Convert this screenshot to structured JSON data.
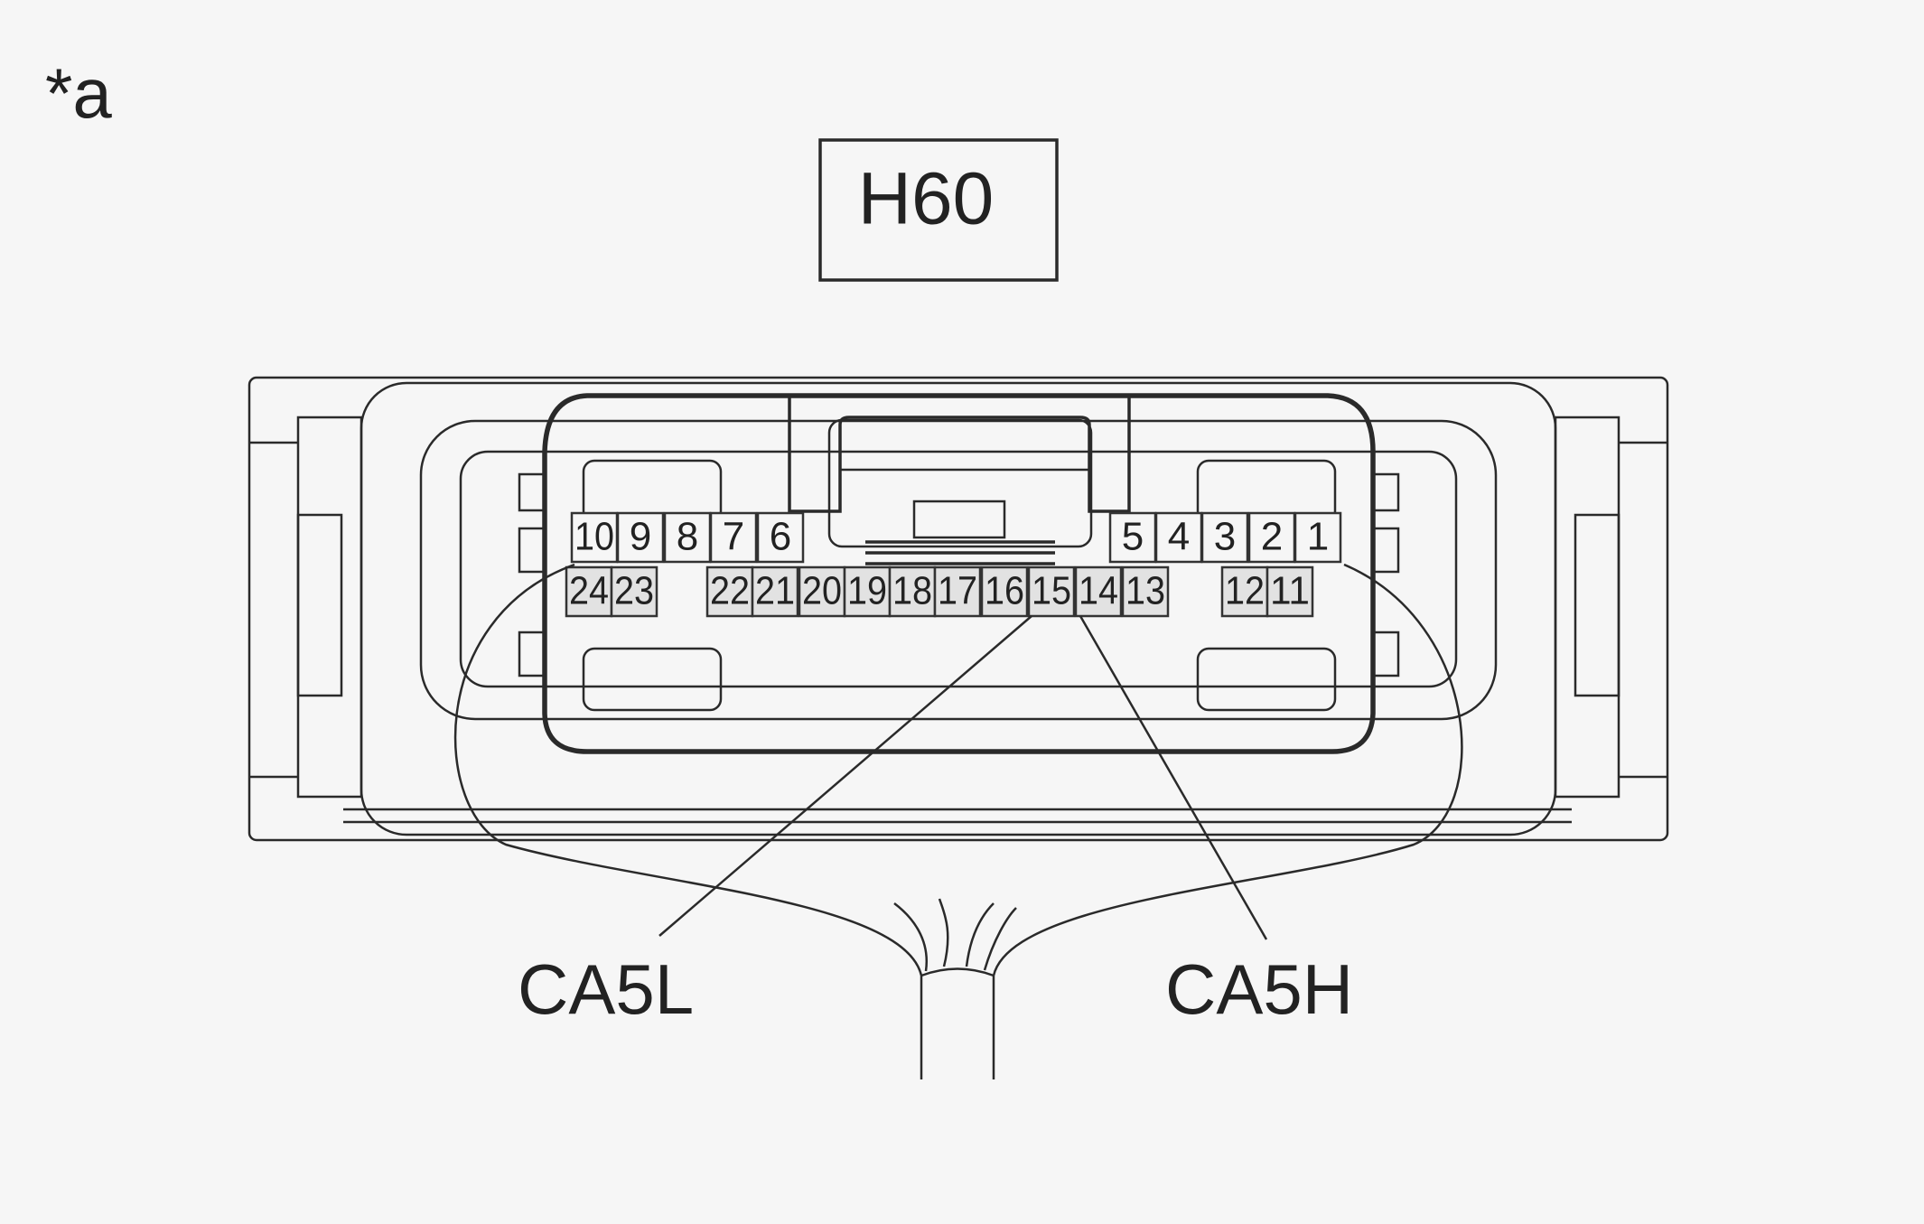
{
  "marker": "*a",
  "connector_id": "H60",
  "pins_top": [
    "10",
    "9",
    "8",
    "7",
    "6",
    "5",
    "4",
    "3",
    "2",
    "1"
  ],
  "pins_bottom": [
    "24",
    "23",
    "22",
    "21",
    "20",
    "19",
    "18",
    "17",
    "16",
    "15",
    "14",
    "13",
    "12",
    "11"
  ],
  "callouts": [
    {
      "label": "CA5L",
      "pin": "16"
    },
    {
      "label": "CA5H",
      "pin": "15"
    }
  ]
}
